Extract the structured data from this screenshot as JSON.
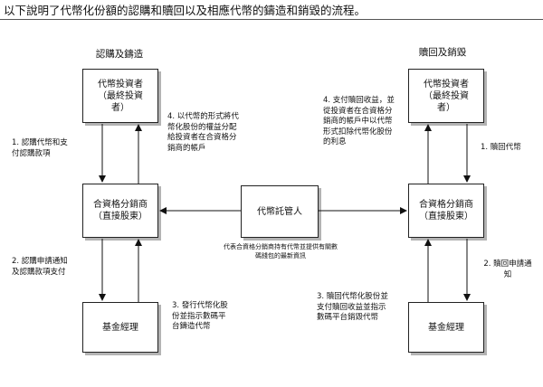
{
  "intro": "以下說明了代幣化份額的認購和贖回以及相應代幣的鑄造和銷毀的流程。",
  "headings": {
    "left": "認購及鑄造",
    "right": "贖回及銷毀"
  },
  "boxes": {
    "investor_left": {
      "line1": "代幣投資者",
      "line2": "（最終投資\n者）"
    },
    "distributor_left": {
      "line1": "合資格分銷商",
      "line2": "（直接股東）"
    },
    "fund_left": {
      "line1": "基金經理"
    },
    "custodian": {
      "line1": "代幣託管人"
    },
    "investor_right": {
      "line1": "代幣投資者",
      "line2": "（最終投資\n者）"
    },
    "distributor_right": {
      "line1": "合資格分銷商",
      "line2": "（直接股東）"
    },
    "fund_right": {
      "line1": "基金經理"
    }
  },
  "labels": {
    "l1": "1. 認購代幣和支\n付認購款項",
    "l2": "2. 認購申請通知\n及認購款項支付",
    "l3": "3. 發行代幣化股\n份並指示數碼平\n台鑄造代幣",
    "l4": "4. 以代幣的形式將代\n幣化股份的權益分配\n給投資者在合資格分\n銷商的帳戶",
    "r1": "1. 贖回代幣",
    "r2": "2. 贖回申請通\n知",
    "r3": "3. 贖回代幣化股份並\n支付贖回收益並指示\n數碼平台銷毀代幣",
    "r4": "4. 支付贖回收益，並\n從投資者在合資格分\n銷商的帳戶中以代幣\n形式扣除代幣化股份\n的利息",
    "note": "代表合資格分銷商持有代幣並提供有關數\n碼錢包的最新資訊"
  }
}
